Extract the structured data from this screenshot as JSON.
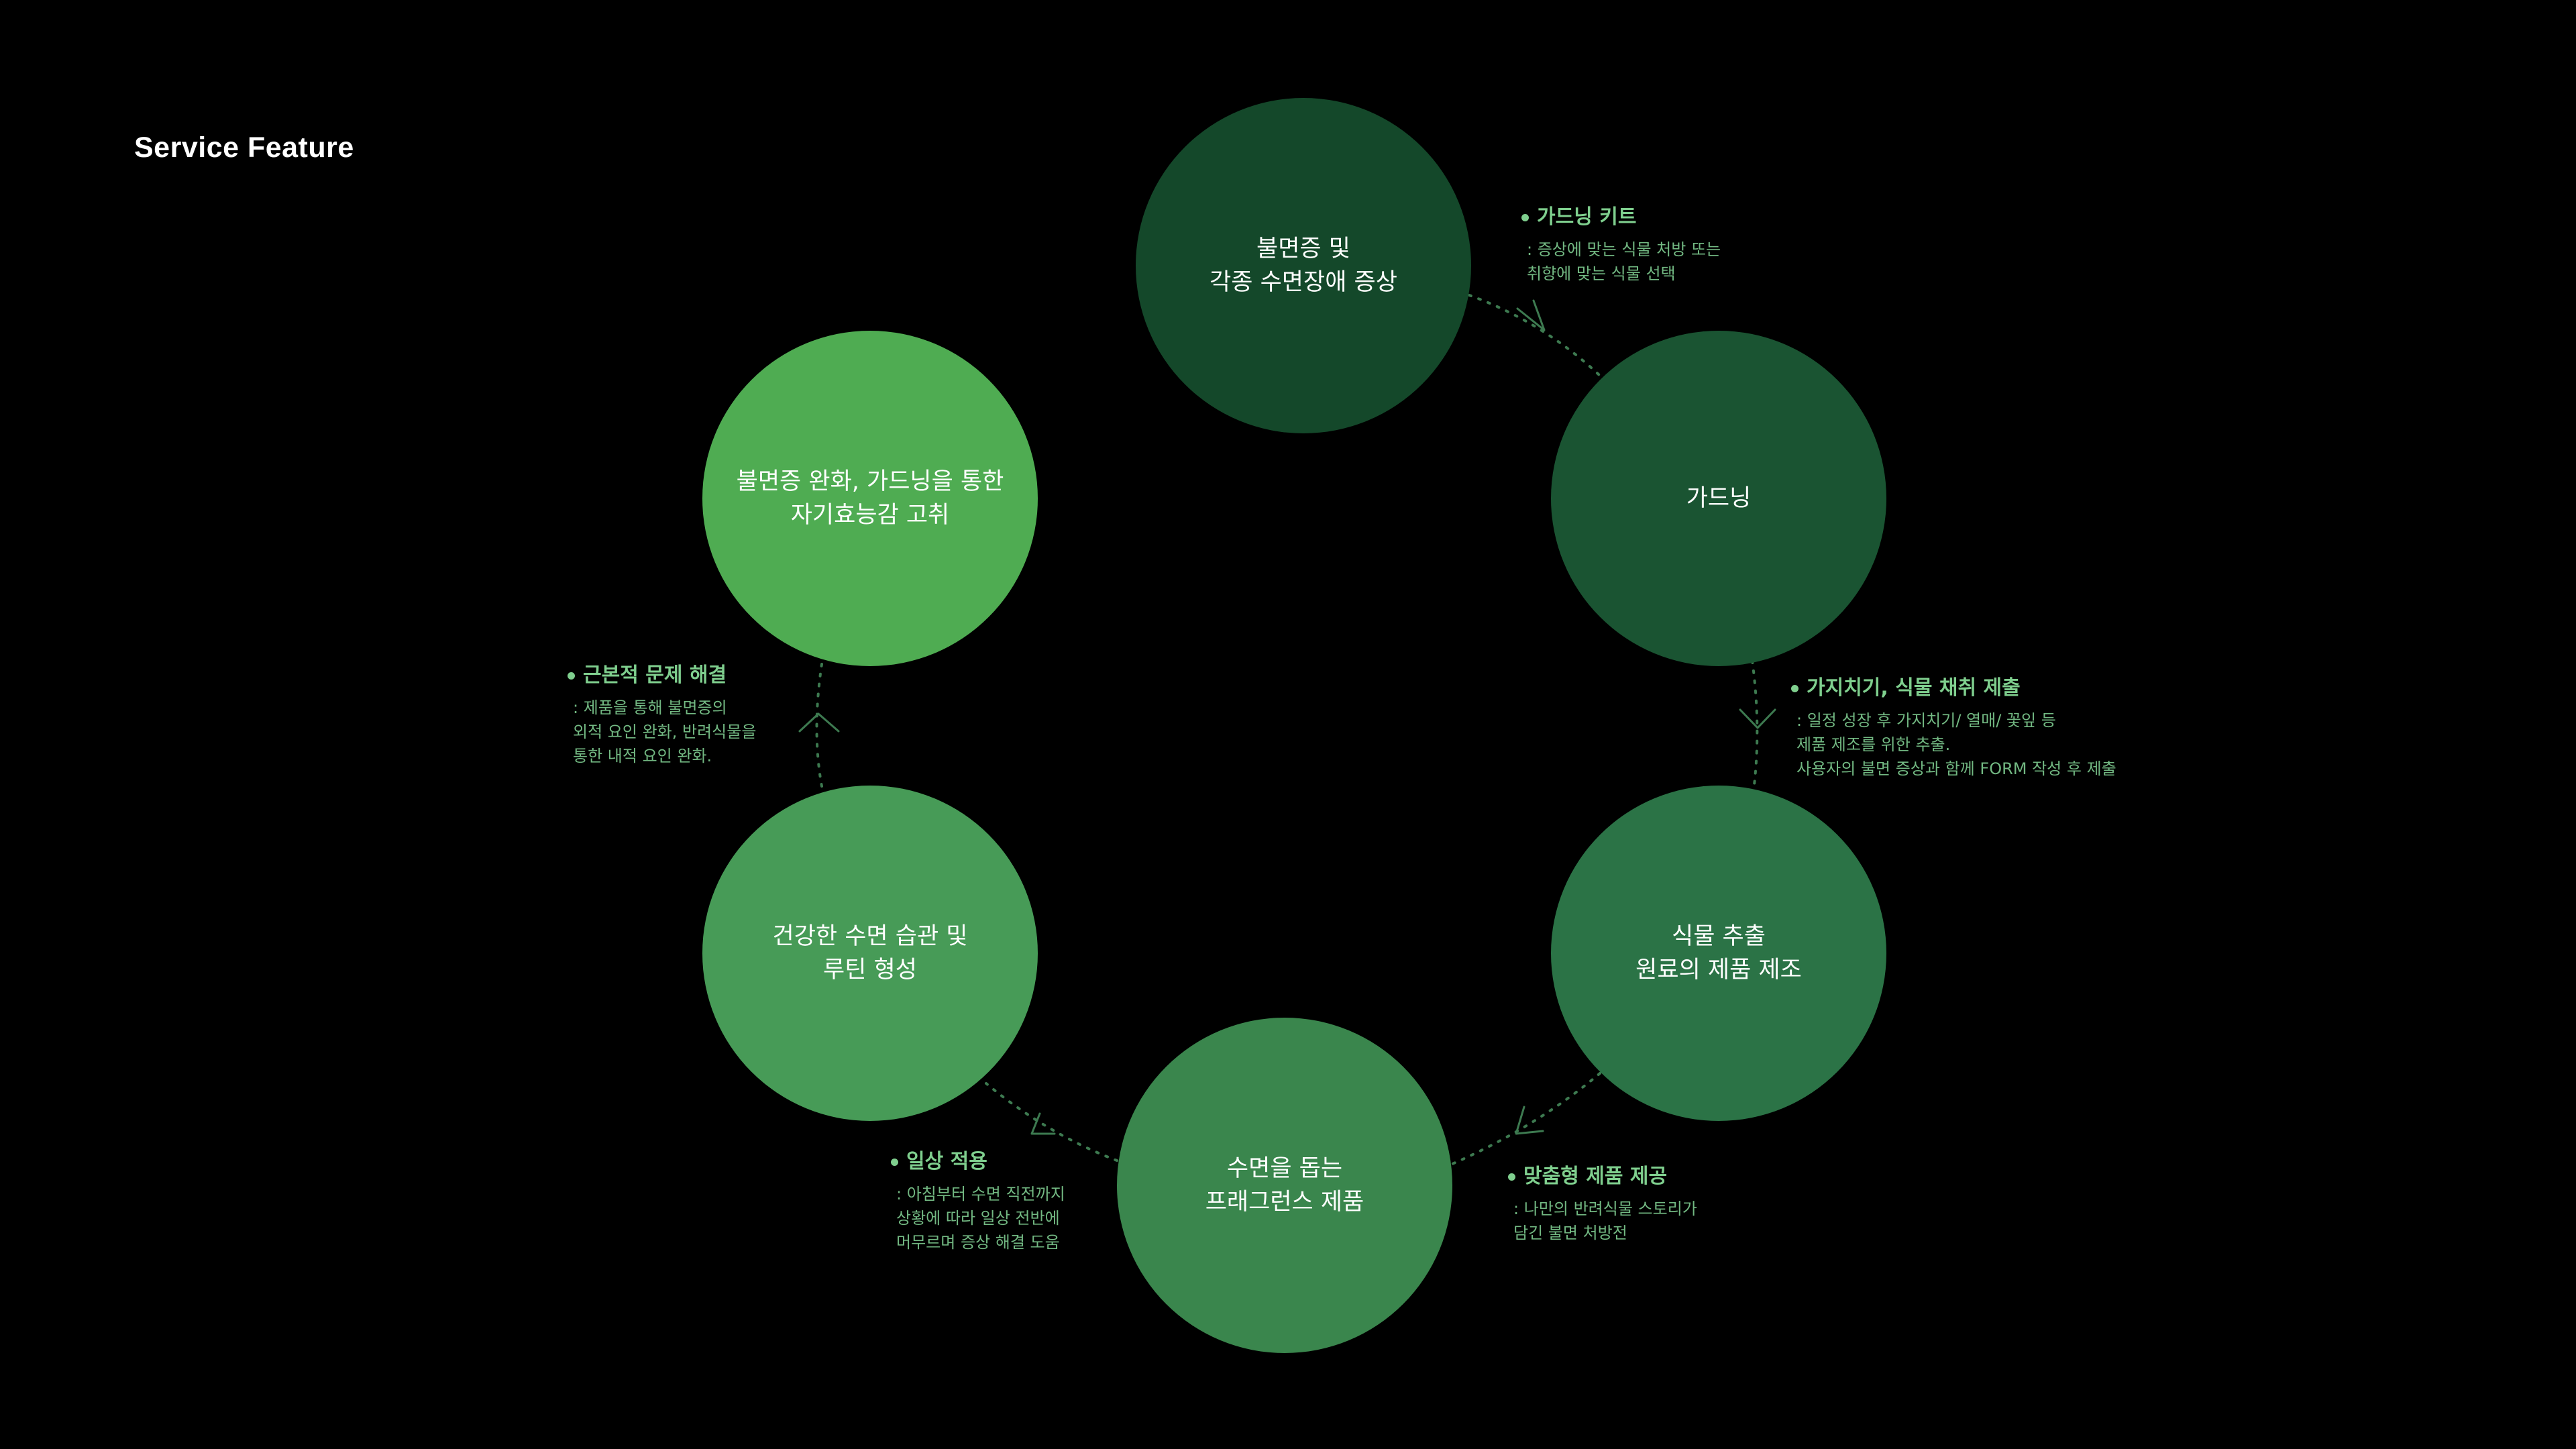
{
  "page": {
    "title": "Service Feature"
  },
  "diagram": {
    "nodes": [
      {
        "id": "symptom",
        "label": "불면증 및\n각종 수면장애 증상"
      },
      {
        "id": "gardening",
        "label": "가드닝"
      },
      {
        "id": "extraction",
        "label": "식물 추출\n원료의 제품 제조"
      },
      {
        "id": "fragrance",
        "label": "수면을 돕는\n프래그런스 제품"
      },
      {
        "id": "habit",
        "label": "건강한 수면 습관 및\n루틴 형성"
      },
      {
        "id": "relief",
        "label": "불면증 완화, 가드닝을 통한\n자기효능감 고취"
      }
    ],
    "annotations": [
      {
        "title": "가드닝 키트",
        "desc": ": 증상에 맞는 식물 처방 또는\n취향에 맞는 식물 선택"
      },
      {
        "title": "가지치기, 식물 채취 제출",
        "desc": ": 일정 성장 후 가지치기/ 열매/ 꽃잎 등\n제품 제조를 위한 추출.\n사용자의 불면 증상과 함께 FORM 작성 후 제출"
      },
      {
        "title": "맞춤형 제품 제공",
        "desc": ": 나만의 반려식물 스토리가\n담긴 불면 처방전"
      },
      {
        "title": "일상 적용",
        "desc": ": 아침부터 수면 직전까지\n상황에 따라 일상 전반에\n머무르며 증상 해결 도움"
      },
      {
        "title": "근본적 문제 해결",
        "desc": ": 제품을 통해 불면증의\n외적 요인 완화, 반려식물을\n통한 내적 요인 완화."
      }
    ],
    "colors": {
      "background": "#000000",
      "node1": "#14482a",
      "node2": "#1a5432",
      "node3": "#2b7346",
      "node4": "#3a864d",
      "node5": "#479b57",
      "node6": "#4fac52",
      "annotation": "#7fcf8e",
      "connector": "#3d7a50"
    }
  }
}
